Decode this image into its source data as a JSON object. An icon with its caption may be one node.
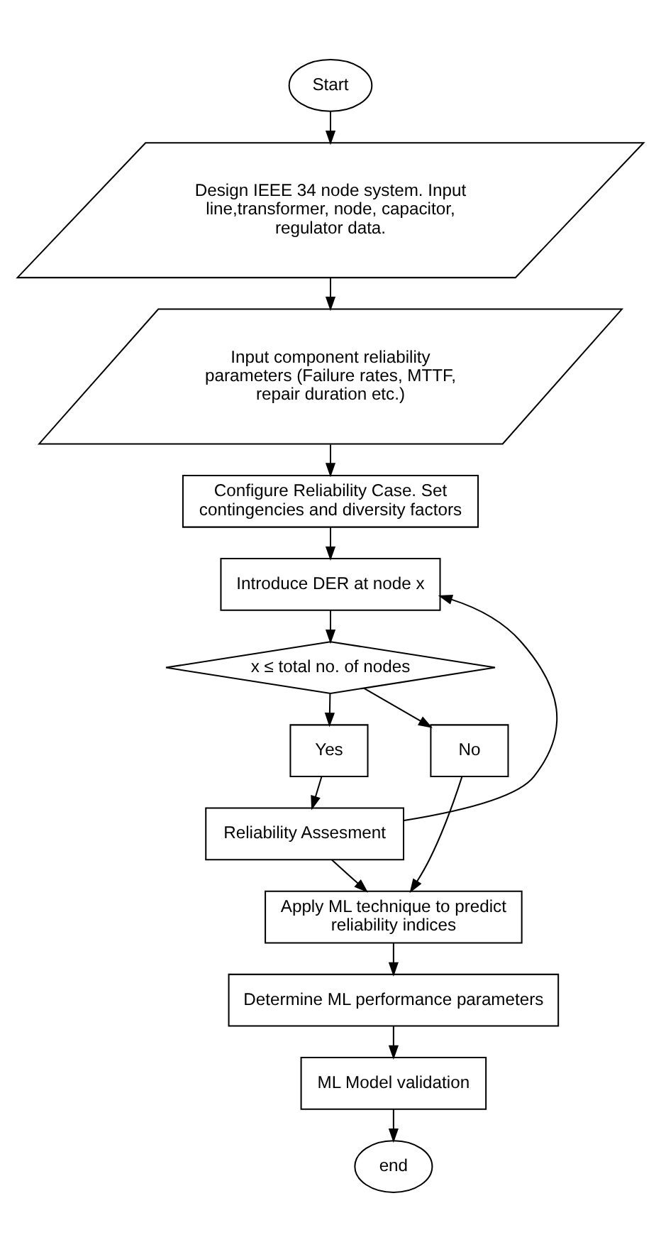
{
  "diagram": {
    "nodes": [
      {
        "text": [
          "Start"
        ]
      },
      {
        "text": [
          "Design IEEE 34 node system. Input line,transformer, node, capacitor, regulator data."
        ]
      },
      {
        "text": [
          "Input component reliability parameters (Failure rates, MTTF, repair duration etc.)"
        ]
      },
      {
        "text": [
          "Configure Reliability Case. Set contingencies and diversity factors"
        ]
      },
      {
        "text": [
          "Introduce DER at node x"
        ]
      },
      {
        "text": [
          "x ≤ total no. of nodes"
        ]
      },
      {
        "text": [
          "Yes"
        ]
      },
      {
        "text": [
          "No"
        ]
      },
      {
        "text": [
          "Reliability Assesment"
        ]
      },
      {
        "text": [
          "Apply ML technique to predict reliability indices"
        ]
      },
      {
        "text": [
          "Determine ML performance parameters"
        ]
      },
      {
        "text": [
          "ML Model validation"
        ]
      },
      {
        "text": [
          "end"
        ]
      }
    ],
    "edges": [
      {
        "from": 0,
        "to": 1,
        "arrow": "to"
      },
      {
        "from": 1,
        "to": 2,
        "arrow": "to"
      },
      {
        "from": 2,
        "to": 3,
        "arrow": "to"
      },
      {
        "from": 3,
        "to": 4,
        "arrow": "to"
      },
      {
        "from": 4,
        "to": 5,
        "arrow": "to"
      },
      {
        "from": 5,
        "to": 6,
        "arrow": "to"
      },
      {
        "from": 5,
        "to": 7,
        "arrow": "to"
      },
      {
        "from": 6,
        "to": 8,
        "arrow": "to"
      },
      {
        "from": 8,
        "to": 4,
        "arrow": "to"
      },
      {
        "from": 7,
        "to": 9,
        "arrow": "to"
      },
      {
        "from": 8,
        "to": 9,
        "arrow": "to"
      },
      {
        "from": 9,
        "to": 10,
        "arrow": "to"
      },
      {
        "from": 10,
        "to": 11,
        "arrow": "to"
      },
      {
        "from": 11,
        "to": 12,
        "arrow": "to"
      }
    ]
  }
}
